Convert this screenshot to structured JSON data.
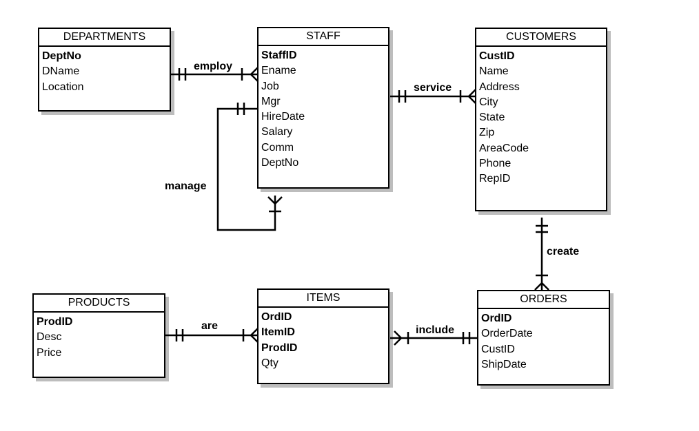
{
  "entities": {
    "departments": {
      "title": "DEPARTMENTS",
      "attrs": [
        {
          "name": "DeptNo",
          "key": true
        },
        {
          "name": "DName"
        },
        {
          "name": "Location"
        }
      ]
    },
    "staff": {
      "title": "STAFF",
      "attrs": [
        {
          "name": "StaffID",
          "key": true
        },
        {
          "name": "Ename"
        },
        {
          "name": "Job"
        },
        {
          "name": "Mgr"
        },
        {
          "name": "HireDate"
        },
        {
          "name": "Salary"
        },
        {
          "name": "Comm"
        },
        {
          "name": "DeptNo"
        }
      ]
    },
    "customers": {
      "title": "CUSTOMERS",
      "attrs": [
        {
          "name": "CustID",
          "key": true
        },
        {
          "name": "Name"
        },
        {
          "name": "Address"
        },
        {
          "name": "City"
        },
        {
          "name": "State"
        },
        {
          "name": "Zip"
        },
        {
          "name": "AreaCode"
        },
        {
          "name": "Phone"
        },
        {
          "name": "RepID"
        }
      ]
    },
    "products": {
      "title": "PRODUCTS",
      "attrs": [
        {
          "name": "ProdID",
          "key": true
        },
        {
          "name": "Desc"
        },
        {
          "name": "Price"
        }
      ]
    },
    "items": {
      "title": "ITEMS",
      "attrs": [
        {
          "name": "OrdID",
          "key": true
        },
        {
          "name": "ItemID",
          "key": true
        },
        {
          "name": "ProdID",
          "key": true
        },
        {
          "name": "Qty"
        }
      ]
    },
    "orders": {
      "title": "ORDERS",
      "attrs": [
        {
          "name": "OrdID",
          "key": true
        },
        {
          "name": "OrderDate"
        },
        {
          "name": "CustID"
        },
        {
          "name": "ShipDate"
        }
      ]
    }
  },
  "relationships": {
    "employ": "employ",
    "service": "service",
    "manage": "manage",
    "create": "create",
    "are": "are",
    "include": "include"
  }
}
